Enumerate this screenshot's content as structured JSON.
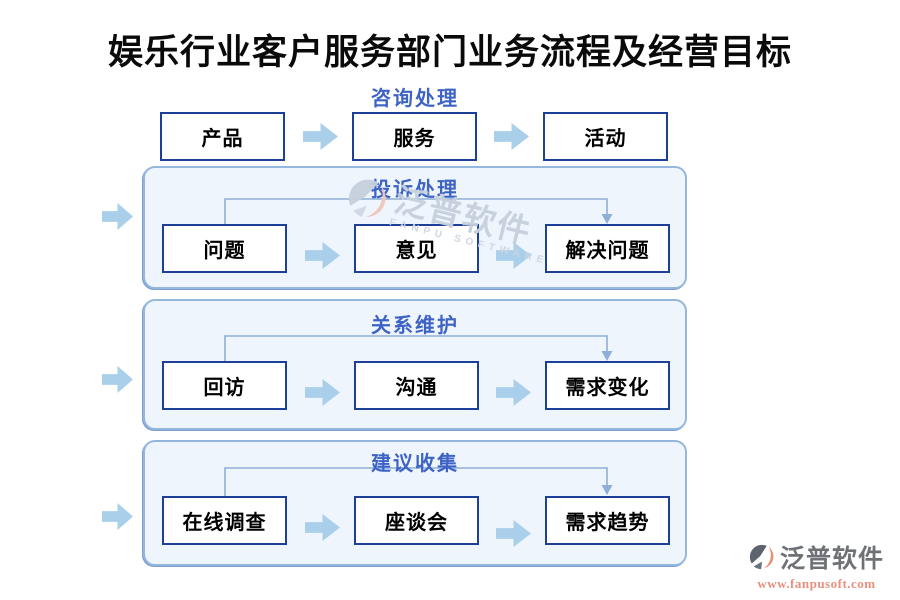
{
  "title": "娱乐行业客户服务部门业务流程及经营目标",
  "sections": [
    {
      "header": "咨询处理",
      "steps": [
        "产品",
        "服务",
        "活动"
      ]
    },
    {
      "header": "投诉处理",
      "steps": [
        "问题",
        "意见",
        "解决问题"
      ]
    },
    {
      "header": "关系维护",
      "steps": [
        "回访",
        "沟通",
        "需求变化"
      ]
    },
    {
      "header": "建议收集",
      "steps": [
        "在线调查",
        "座谈会",
        "需求趋势"
      ]
    }
  ],
  "watermark": {
    "brand": "泛普软件",
    "brand_sub": "FANPU SOFTWARE"
  },
  "footer": {
    "brand": "泛普软件",
    "url": "www.fanpusoft.com"
  },
  "icons": {
    "flow_arrow": "right-block-arrow",
    "side_arrow": "right-block-arrow",
    "back_connector": "elbow-arrow-down"
  },
  "colors": {
    "box_border": "#1c3f97",
    "header_text": "#3d63c5",
    "panel_fill": "#eff5fc",
    "panel_border": "#96b7dd",
    "arrow_fill": "#a9cfeb",
    "connector": "#8fafd6",
    "watermark": "#c6d0dd",
    "logo_text": "#6e7276",
    "logo_url": "#e8907f"
  }
}
